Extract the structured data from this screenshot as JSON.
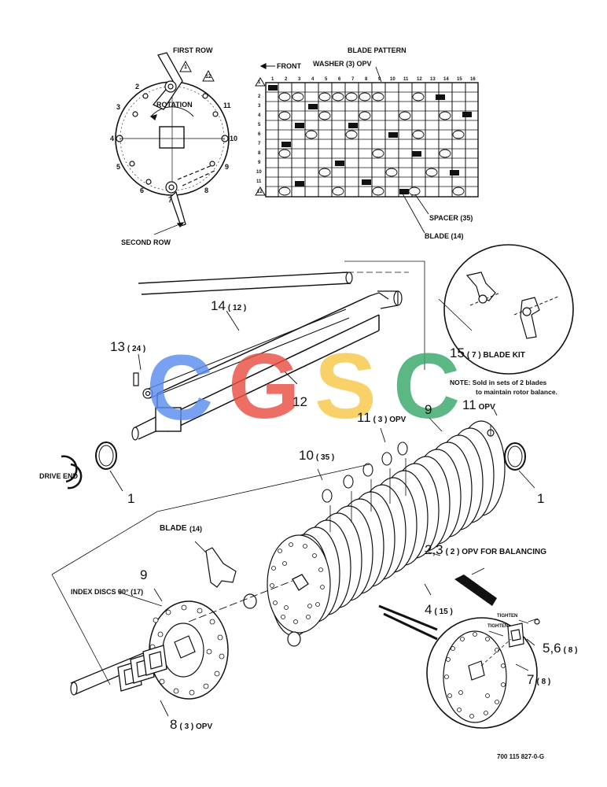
{
  "top": {
    "first_row": "FIRST ROW",
    "second_row": "SECOND ROW",
    "rotation": "ROTATION",
    "disc_numbers": [
      "1",
      "2",
      "3",
      "4",
      "5",
      "6",
      "7",
      "8",
      "9",
      "10",
      "11",
      "12"
    ],
    "marker_1": "1",
    "marker_12": "12"
  },
  "blade_pattern": {
    "title": "BLADE PATTERN",
    "front": "FRONT",
    "washer": "WASHER (3) OPV",
    "spacer": "SPACER (35)",
    "blade": "BLADE (14)",
    "col_numbers": [
      "1",
      "2",
      "3",
      "4",
      "5",
      "6",
      "7",
      "8",
      "9",
      "10",
      "11",
      "12",
      "13",
      "14",
      "15",
      "16"
    ],
    "row_numbers": [
      "1",
      "2",
      "3",
      "4",
      "5",
      "6",
      "7",
      "8",
      "9",
      "10",
      "11",
      "12"
    ]
  },
  "parts": {
    "p14": "14",
    "p14q": "( 12 )",
    "p13": "13",
    "p13q": "( 24 )",
    "p12": "12",
    "p15": "15",
    "p15q": "( 7 ) BLADE KIT",
    "note1": "NOTE:  Sold in sets of 2 blades",
    "note2": "to maintain rotor balance.",
    "p11a": "11",
    "p11aq": "( 3 ) OPV",
    "p9a": "9",
    "p11b": "11",
    "p11bq": "OPV",
    "p10": "10",
    "p10q": "( 35 )",
    "drive_end": "DRIVE END",
    "p1a": "1",
    "p1b": "1",
    "p23": "2,3",
    "p23q": "( 2 ) OPV FOR BALANCING",
    "blade": "BLADE",
    "blade_q": "(14)",
    "p9b": "9",
    "index_discs": "INDEX DISCS 90° (17)",
    "p4": "4",
    "p4q": "( 15 )",
    "tighten_a": "TIGHTEN",
    "tighten_b": "TIGHTEN",
    "p56": "5,6",
    "p56q": "( 8 )",
    "p7": "7",
    "p7q": "( 8 )",
    "p8": "8",
    "p8q": "( 3 ) OPV",
    "drawing_no": "700 115 827-0-G"
  },
  "watermark": {
    "letters": [
      "C",
      "G",
      "S",
      "C"
    ],
    "colors": [
      "#5b8def",
      "#ea4f43",
      "#f7c948",
      "#38a86a"
    ]
  }
}
